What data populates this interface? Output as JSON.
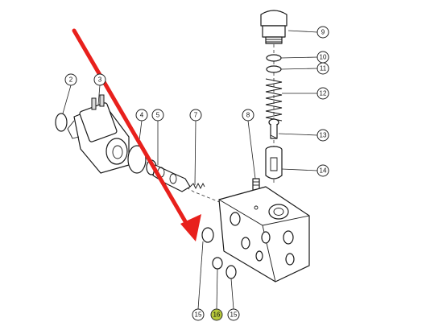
{
  "callouts": [
    {
      "id": "c2",
      "label": "2"
    },
    {
      "id": "c3",
      "label": "3"
    },
    {
      "id": "c4",
      "label": "4"
    },
    {
      "id": "c5",
      "label": "5"
    },
    {
      "id": "c7",
      "label": "7"
    },
    {
      "id": "c8",
      "label": "8"
    },
    {
      "id": "c9",
      "label": "9"
    },
    {
      "id": "c10",
      "label": "10"
    },
    {
      "id": "c11",
      "label": "11"
    },
    {
      "id": "c12",
      "label": "12"
    },
    {
      "id": "c13",
      "label": "13"
    },
    {
      "id": "c14",
      "label": "14"
    },
    {
      "id": "c15a",
      "label": "15"
    },
    {
      "id": "c16",
      "label": "16"
    },
    {
      "id": "c15b",
      "label": "15"
    }
  ],
  "colors": {
    "arrow": "#e8201c",
    "highlight": "#b7c93a",
    "line": "#1a1a1a"
  },
  "highlighted_callout": "16"
}
